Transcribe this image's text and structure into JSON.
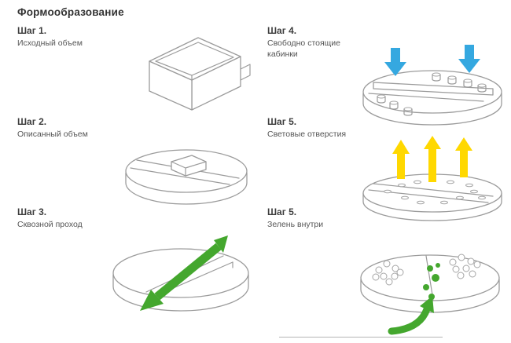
{
  "title": "Формообразование",
  "steps": [
    {
      "label": "Шаг 1.",
      "description": "Исходный объем",
      "illustration": "initial-volume"
    },
    {
      "label": "Шаг 2.",
      "description": "Описанный объем",
      "illustration": "circumscribed-volume"
    },
    {
      "label": "Шаг 3.",
      "description": "Сквозной проход",
      "illustration": "through-passage"
    },
    {
      "label": "Шаг 4.",
      "description": "Свободно стоящие кабинки",
      "illustration": "freestanding-cabins"
    },
    {
      "label": "Шаг 5.",
      "description": "Световые отверстия",
      "illustration": "light-openings"
    },
    {
      "label": "Шаг 5.",
      "description": "Зелень внутри",
      "illustration": "greenery-inside"
    }
  ],
  "colors": {
    "green": "#44a72e",
    "blue": "#35a8e0",
    "yellow": "#ffd800",
    "sketch": "#9b9b9b"
  }
}
